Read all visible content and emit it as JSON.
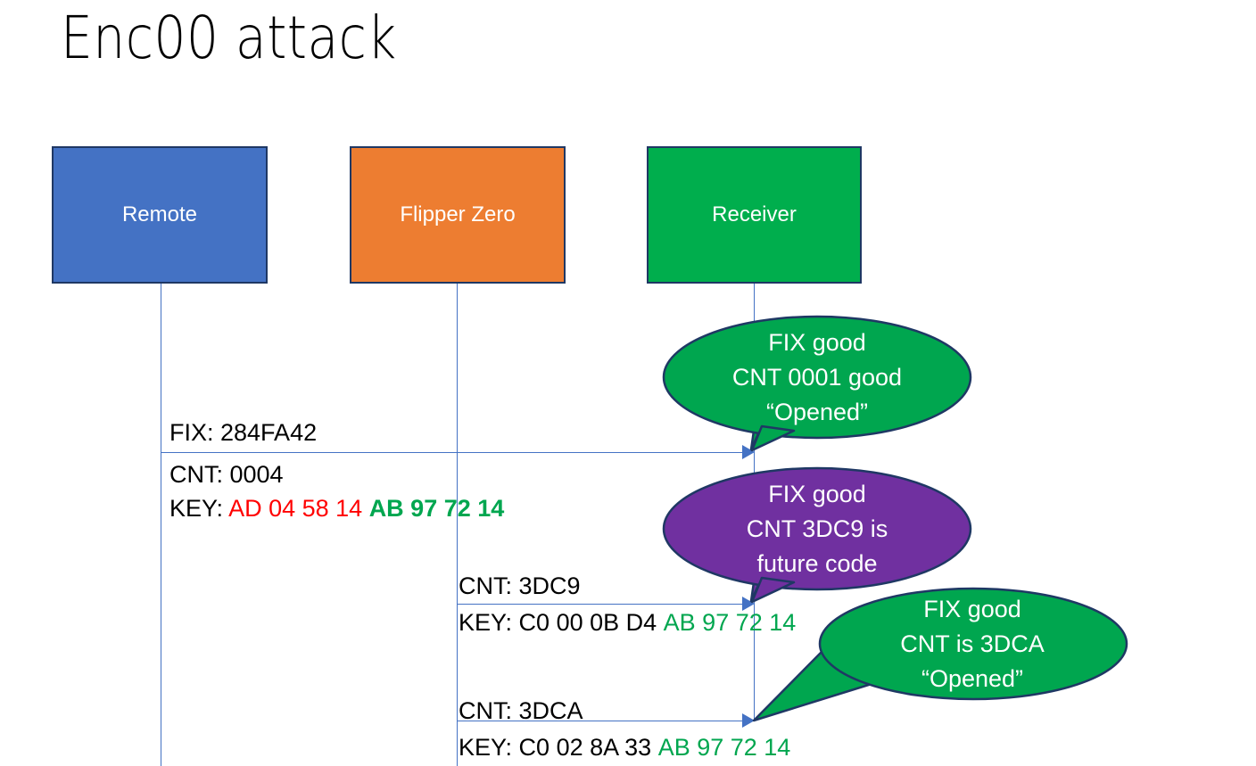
{
  "slide": {
    "title": "Enc00 attack",
    "background": "#FFFFFF"
  },
  "colors": {
    "remote_fill": "#4472C4",
    "flipper_fill": "#ED7D31",
    "receiver_fill": "#00AE4D",
    "box_border": "#1F3864",
    "lifeline": "#4472C4",
    "callout_green": "#00A64F",
    "callout_purple": "#7030A0",
    "hex_red": "#FF0000",
    "hex_green": "#00A64F",
    "text_black": "#000000"
  },
  "actors": [
    {
      "id": "remote",
      "label": "Remote"
    },
    {
      "id": "flipper",
      "label": "Flipper Zero"
    },
    {
      "id": "receiver",
      "label": "Receiver"
    }
  ],
  "messages": [
    {
      "id": "msg1",
      "from": "remote",
      "to": "receiver",
      "fix_line": "FIX: 284FA42",
      "cnt_line": "CNT: 0004",
      "key_label": "KEY: ",
      "key_red": "AD 04 58 14",
      "key_green": "AB 97 72 14"
    },
    {
      "id": "msg2",
      "from": "flipper",
      "to": "receiver",
      "cnt_line": "CNT: 3DC9",
      "key_label": "KEY: ",
      "key_black": "C0 00 0B D4",
      "key_green": "AB 97 72 14"
    },
    {
      "id": "msg3",
      "from": "flipper",
      "to": "receiver",
      "cnt_line": "CNT: 3DCA",
      "key_label": "KEY: ",
      "key_black": "C0 02 8A 33",
      "key_green": "AB 97 72 14"
    }
  ],
  "callouts": [
    {
      "id": "callout-1",
      "color": "#00A64F",
      "line1": "FIX good",
      "line2": "CNT 0001 good",
      "line3": "“Opened”"
    },
    {
      "id": "callout-2",
      "color": "#7030A0",
      "line1": "FIX good",
      "line2": "CNT 3DC9 is",
      "line3": "future code"
    },
    {
      "id": "callout-3",
      "color": "#00A64F",
      "line1": "FIX good",
      "line2": "CNT is 3DCA",
      "line3": "“Opened”"
    }
  ]
}
